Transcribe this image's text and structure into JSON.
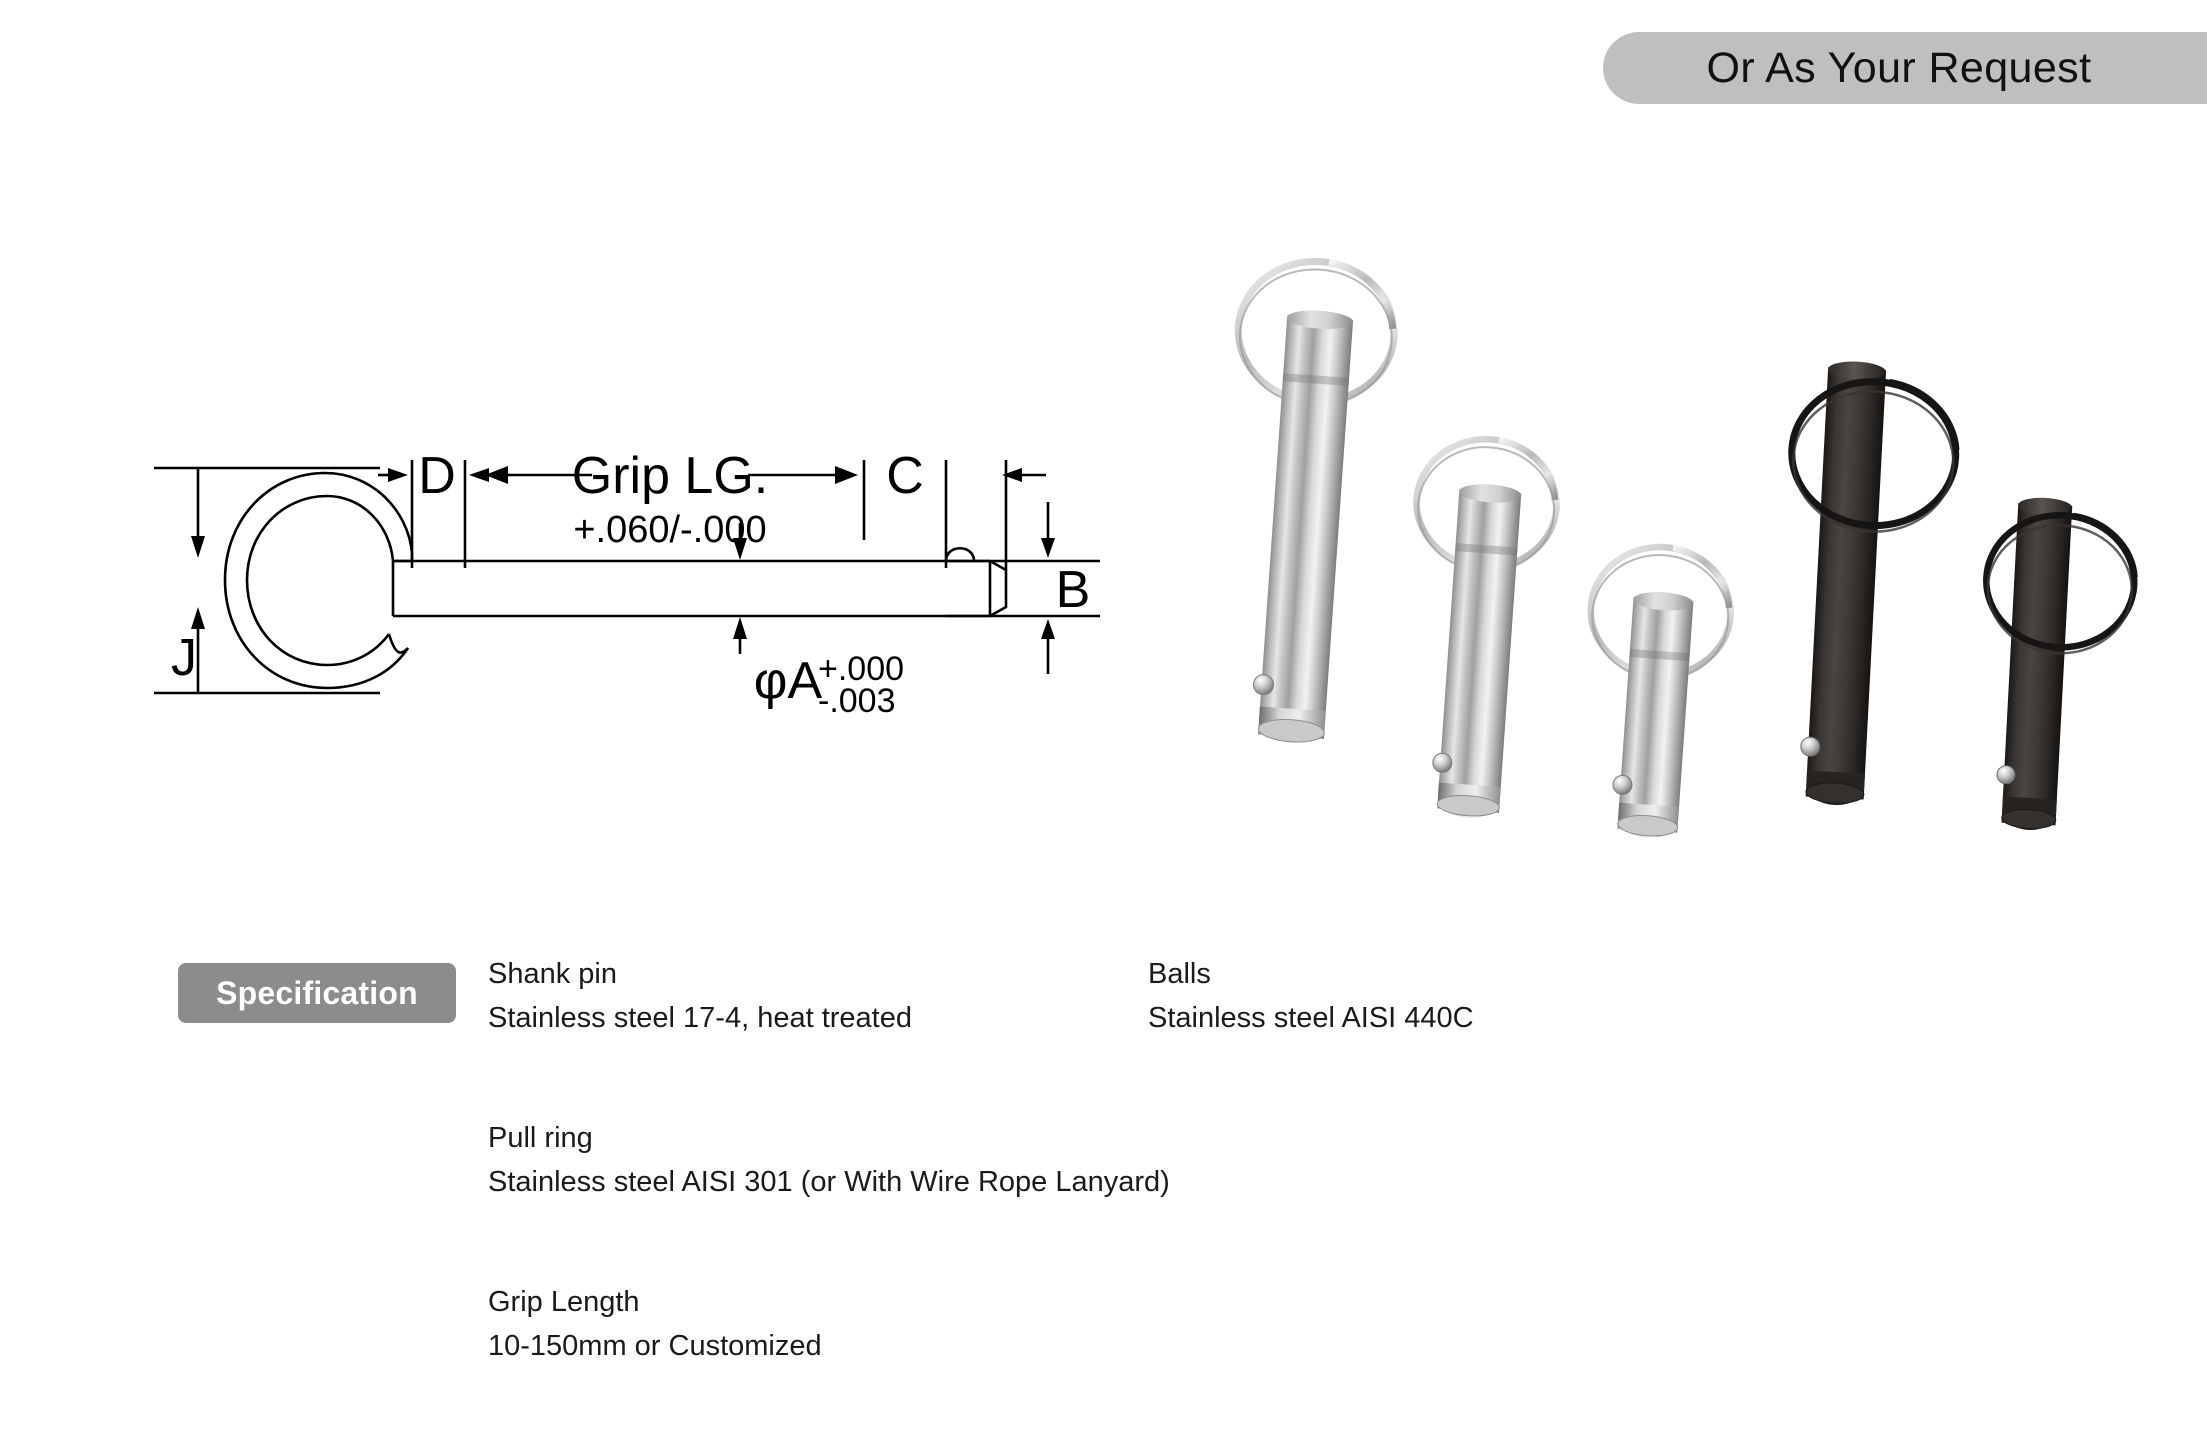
{
  "header": {
    "badge_label": "Or As Your Request",
    "badge_bg": "#bfbfbf",
    "badge_text_color": "#111111"
  },
  "drawing": {
    "title": "quick-release-pin-dimensioned-drawing",
    "dimensions": {
      "ring_height": "J",
      "ring_wire": "D",
      "grip_length": "Grip LG.",
      "grip_length_tolerance": "+.060/-.000",
      "tip_length": "C",
      "tip_diameter": "B",
      "shank_diameter": "φA",
      "shank_tol_upper": "+.000",
      "shank_tol_lower": "-.003"
    }
  },
  "photos": {
    "alt": "five quick release ball lock pins, three stainless steel and two black oxide, descending by length",
    "items": [
      {
        "name": "pin-steel-long",
        "finish": "stainless",
        "body_color": "#b8b8b8",
        "ring_color": "#c9c9c9"
      },
      {
        "name": "pin-steel-medium",
        "finish": "stainless",
        "body_color": "#b8b8b8",
        "ring_color": "#c9c9c9"
      },
      {
        "name": "pin-steel-short",
        "finish": "stainless",
        "body_color": "#b8b8b8",
        "ring_color": "#c9c9c9"
      },
      {
        "name": "pin-black-long",
        "finish": "black-oxide",
        "body_color": "#2e2b29",
        "ring_color": "#1c1a19"
      },
      {
        "name": "pin-black-short",
        "finish": "black-oxide",
        "body_color": "#2e2b29",
        "ring_color": "#1c1a19"
      }
    ]
  },
  "specification": {
    "badge_label": "Specification",
    "badge_bg": "#8c8c8c",
    "rows": [
      {
        "left": {
          "title": "Shank pin",
          "value": "Stainless steel 17-4, heat treated"
        },
        "right": {
          "title": "Balls",
          "value": "Stainless steel AISI 440C"
        }
      },
      {
        "left": {
          "title": "Pull ring",
          "value": "Stainless steel AISI 301 (or With Wire Rope Lanyard)"
        },
        "right": {
          "title": "",
          "value": ""
        }
      },
      {
        "left": {
          "title": "Grip Length",
          "value": "10-150mm or Customized"
        },
        "right": {
          "title": "",
          "value": ""
        }
      }
    ]
  }
}
